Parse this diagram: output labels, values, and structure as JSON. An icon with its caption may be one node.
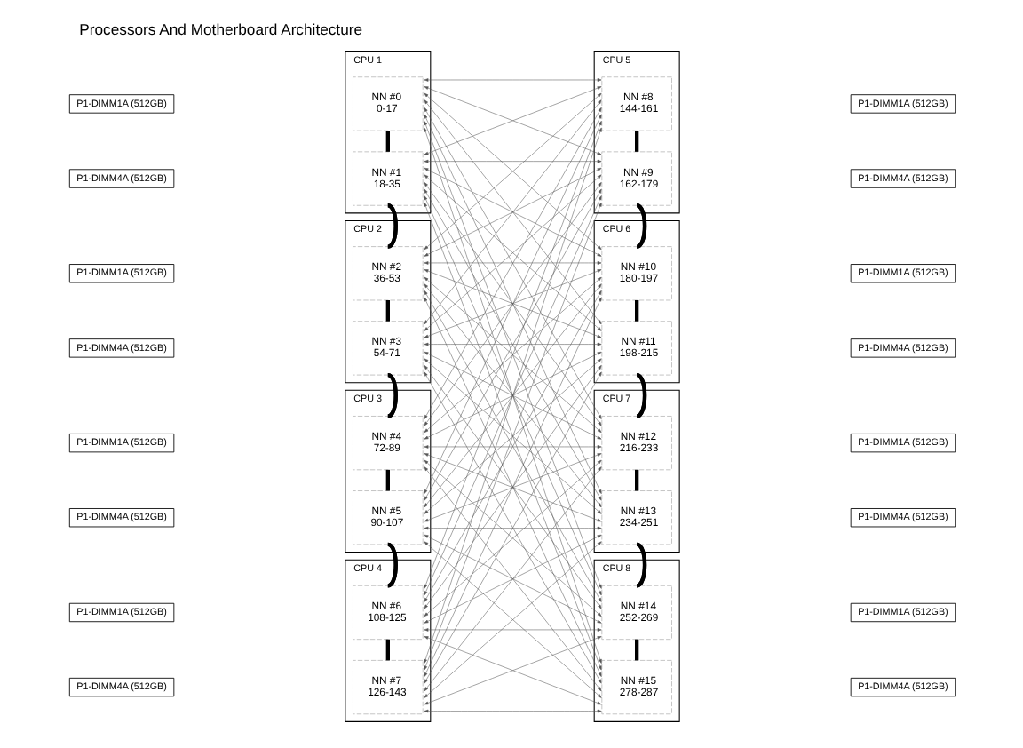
{
  "diagram": {
    "title": "Processors And Motherboard Architecture",
    "nodes": [
      {
        "text": [
          "CPU 1"
        ]
      },
      {
        "text": [
          "NN #0",
          "0-17"
        ],
        "in": 0
      },
      {
        "text": [
          "NN #1",
          "18-35"
        ],
        "in": 0
      },
      {
        "text": [
          "CPU 2"
        ]
      },
      {
        "text": [
          "NN #2",
          "36-53"
        ],
        "in": 3
      },
      {
        "text": [
          "NN #3",
          "54-71"
        ],
        "in": 3
      },
      {
        "text": [
          "CPU 3"
        ]
      },
      {
        "text": [
          "NN #4",
          "72-89"
        ],
        "in": 6
      },
      {
        "text": [
          "NN #5",
          "90-107"
        ],
        "in": 6
      },
      {
        "text": [
          "CPU 4"
        ]
      },
      {
        "text": [
          "NN #6",
          "108-125"
        ],
        "in": 9
      },
      {
        "text": [
          "NN #7",
          "126-143"
        ],
        "in": 9
      },
      {
        "text": [
          "CPU 5"
        ]
      },
      {
        "text": [
          "NN #8",
          "144-161"
        ],
        "in": 12
      },
      {
        "text": [
          "NN #9",
          "162-179"
        ],
        "in": 12
      },
      {
        "text": [
          "CPU 6"
        ]
      },
      {
        "text": [
          "NN #10",
          "180-197"
        ],
        "in": 15
      },
      {
        "text": [
          "NN #11",
          "198-215"
        ],
        "in": 15
      },
      {
        "text": [
          "CPU 7"
        ]
      },
      {
        "text": [
          "NN #12",
          "216-233"
        ],
        "in": 18
      },
      {
        "text": [
          "NN #13",
          "234-251"
        ],
        "in": 18
      },
      {
        "text": [
          "CPU 8"
        ]
      },
      {
        "text": [
          "NN #14",
          "252-269"
        ],
        "in": 21
      },
      {
        "text": [
          "NN #15",
          "278-287"
        ],
        "in": 21
      },
      {
        "text": [
          "P1-DIMM1A (512GB)"
        ]
      },
      {
        "text": [
          "P1-DIMM4A (512GB)"
        ]
      },
      {
        "text": [
          "P1-DIMM1A (512GB)"
        ]
      },
      {
        "text": [
          "P1-DIMM4A (512GB)"
        ]
      },
      {
        "text": [
          "P1-DIMM1A (512GB)"
        ]
      },
      {
        "text": [
          "P1-DIMM4A (512GB)"
        ]
      },
      {
        "text": [
          "P1-DIMM1A (512GB)"
        ]
      },
      {
        "text": [
          "P1-DIMM4A (512GB)"
        ]
      },
      {
        "text": [
          "P1-DIMM1A (512GB)"
        ]
      },
      {
        "text": [
          "P1-DIMM4A (512GB)"
        ]
      },
      {
        "text": [
          "P1-DIMM1A (512GB)"
        ]
      },
      {
        "text": [
          "P1-DIMM4A (512GB)"
        ]
      },
      {
        "text": [
          "P1-DIMM1A (512GB)"
        ]
      },
      {
        "text": [
          "P1-DIMM4A (512GB)"
        ]
      },
      {
        "text": [
          "P1-DIMM1A (512GB)"
        ]
      },
      {
        "text": [
          "P1-DIMM4A (512GB)"
        ]
      }
    ],
    "edges": [
      {
        "from": 1,
        "to": 13,
        "arrow": "both"
      },
      {
        "from": 1,
        "to": 14,
        "arrow": "both"
      },
      {
        "from": 1,
        "to": 16,
        "arrow": "both"
      },
      {
        "from": 1,
        "to": 17,
        "arrow": "both"
      },
      {
        "from": 1,
        "to": 19,
        "arrow": "both"
      },
      {
        "from": 1,
        "to": 20,
        "arrow": "both"
      },
      {
        "from": 1,
        "to": 22,
        "arrow": "both"
      },
      {
        "from": 1,
        "to": 23,
        "arrow": "both"
      },
      {
        "from": 2,
        "to": 13,
        "arrow": "both"
      },
      {
        "from": 2,
        "to": 14,
        "arrow": "both"
      },
      {
        "from": 2,
        "to": 16,
        "arrow": "both"
      },
      {
        "from": 2,
        "to": 17,
        "arrow": "both"
      },
      {
        "from": 2,
        "to": 19,
        "arrow": "both"
      },
      {
        "from": 2,
        "to": 20,
        "arrow": "both"
      },
      {
        "from": 2,
        "to": 22,
        "arrow": "both"
      },
      {
        "from": 2,
        "to": 23,
        "arrow": "both"
      },
      {
        "from": 4,
        "to": 13,
        "arrow": "both"
      },
      {
        "from": 4,
        "to": 14,
        "arrow": "both"
      },
      {
        "from": 4,
        "to": 16,
        "arrow": "both"
      },
      {
        "from": 4,
        "to": 17,
        "arrow": "both"
      },
      {
        "from": 4,
        "to": 19,
        "arrow": "both"
      },
      {
        "from": 4,
        "to": 20,
        "arrow": "both"
      },
      {
        "from": 4,
        "to": 22,
        "arrow": "both"
      },
      {
        "from": 4,
        "to": 23,
        "arrow": "both"
      },
      {
        "from": 5,
        "to": 13,
        "arrow": "both"
      },
      {
        "from": 5,
        "to": 14,
        "arrow": "both"
      },
      {
        "from": 5,
        "to": 16,
        "arrow": "both"
      },
      {
        "from": 5,
        "to": 17,
        "arrow": "both"
      },
      {
        "from": 5,
        "to": 19,
        "arrow": "both"
      },
      {
        "from": 5,
        "to": 20,
        "arrow": "both"
      },
      {
        "from": 5,
        "to": 22,
        "arrow": "both"
      },
      {
        "from": 5,
        "to": 23,
        "arrow": "both"
      },
      {
        "from": 7,
        "to": 13,
        "arrow": "both"
      },
      {
        "from": 7,
        "to": 14,
        "arrow": "both"
      },
      {
        "from": 7,
        "to": 16,
        "arrow": "both"
      },
      {
        "from": 7,
        "to": 17,
        "arrow": "both"
      },
      {
        "from": 7,
        "to": 19,
        "arrow": "both"
      },
      {
        "from": 7,
        "to": 20,
        "arrow": "both"
      },
      {
        "from": 7,
        "to": 22,
        "arrow": "both"
      },
      {
        "from": 7,
        "to": 23,
        "arrow": "both"
      },
      {
        "from": 8,
        "to": 13,
        "arrow": "both"
      },
      {
        "from": 8,
        "to": 14,
        "arrow": "both"
      },
      {
        "from": 8,
        "to": 16,
        "arrow": "both"
      },
      {
        "from": 8,
        "to": 17,
        "arrow": "both"
      },
      {
        "from": 8,
        "to": 19,
        "arrow": "both"
      },
      {
        "from": 8,
        "to": 20,
        "arrow": "both"
      },
      {
        "from": 8,
        "to": 22,
        "arrow": "both"
      },
      {
        "from": 8,
        "to": 23,
        "arrow": "both"
      },
      {
        "from": 10,
        "to": 13,
        "arrow": "both"
      },
      {
        "from": 10,
        "to": 14,
        "arrow": "both"
      },
      {
        "from": 10,
        "to": 16,
        "arrow": "both"
      },
      {
        "from": 10,
        "to": 17,
        "arrow": "both"
      },
      {
        "from": 10,
        "to": 19,
        "arrow": "both"
      },
      {
        "from": 10,
        "to": 20,
        "arrow": "both"
      },
      {
        "from": 10,
        "to": 22,
        "arrow": "both"
      },
      {
        "from": 10,
        "to": 23,
        "arrow": "both"
      },
      {
        "from": 11,
        "to": 13,
        "arrow": "both"
      },
      {
        "from": 11,
        "to": 14,
        "arrow": "both"
      },
      {
        "from": 11,
        "to": 16,
        "arrow": "both"
      },
      {
        "from": 11,
        "to": 17,
        "arrow": "both"
      },
      {
        "from": 11,
        "to": 19,
        "arrow": "both"
      },
      {
        "from": 11,
        "to": 20,
        "arrow": "both"
      },
      {
        "from": 11,
        "to": 22,
        "arrow": "both"
      },
      {
        "from": 11,
        "to": 23,
        "arrow": "both"
      },
      {
        "from": 1,
        "to": 2,
        "arrow": "none",
        "style": "thick"
      },
      {
        "from": 2,
        "to": 4,
        "arrow": "none",
        "style": "thick"
      },
      {
        "from": 4,
        "to": 5,
        "arrow": "none",
        "style": "thick"
      },
      {
        "from": 5,
        "to": 7,
        "arrow": "none",
        "style": "thick"
      },
      {
        "from": 7,
        "to": 8,
        "arrow": "none",
        "style": "thick"
      },
      {
        "from": 8,
        "to": 10,
        "arrow": "none",
        "style": "thick"
      },
      {
        "from": 10,
        "to": 11,
        "arrow": "none",
        "style": "thick"
      },
      {
        "from": 13,
        "to": 14,
        "arrow": "none",
        "style": "thick"
      },
      {
        "from": 14,
        "to": 16,
        "arrow": "none",
        "style": "thick"
      },
      {
        "from": 16,
        "to": 17,
        "arrow": "none",
        "style": "thick"
      },
      {
        "from": 17,
        "to": 19,
        "arrow": "none",
        "style": "thick"
      },
      {
        "from": 19,
        "to": 20,
        "arrow": "none",
        "style": "thick"
      },
      {
        "from": 20,
        "to": 22,
        "arrow": "none",
        "style": "thick"
      },
      {
        "from": 22,
        "to": 23,
        "arrow": "none",
        "style": "thick"
      }
    ]
  }
}
